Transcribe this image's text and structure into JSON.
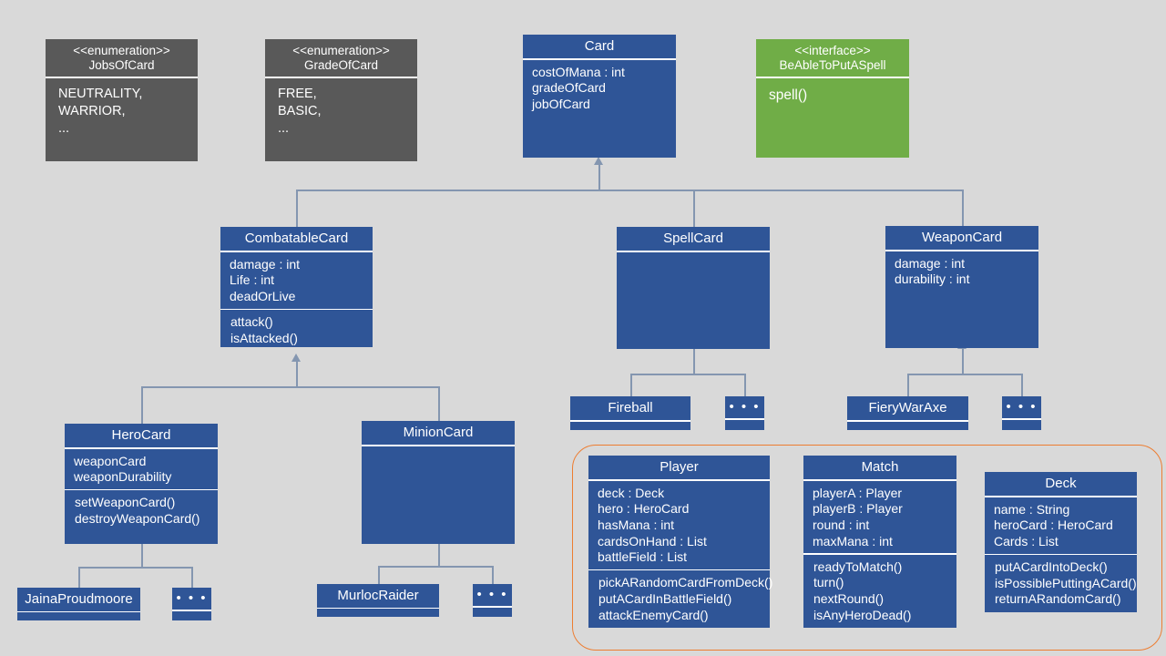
{
  "diagram": {
    "title": "Hearthstone-style Card Game UML Class Diagram",
    "background_color": "#d9d9d9",
    "class_fill_color": "#2f5597",
    "enum_fill_color": "#595959",
    "interface_fill_color": "#70ad47",
    "connector_color": "#8496b0",
    "group_frame_color": "#ed7d31"
  },
  "boxes": {
    "jobs_of_card": {
      "stereotype": "<<enumeration>>",
      "name": "JobsOfCard",
      "header": "<<enumeration>>\nJobsOfCard",
      "values": "NEUTRALITY,\nWARRIOR,\n..."
    },
    "grade_of_card": {
      "stereotype": "<<enumeration>>",
      "name": "GradeOfCard",
      "header": "<<enumeration>>\nGradeOfCard",
      "values": "FREE,\nBASIC,\n..."
    },
    "card": {
      "name": "Card",
      "attributes": "costOfMana : int\ngradeOfCard\njobOfCard"
    },
    "be_able_to_put_a_spell": {
      "stereotype": "<<interface>>",
      "name": "BeAbleToPutASpell",
      "header": "<<interface>>\nBeAbleToPutASpell",
      "operations": "spell()"
    },
    "combatable_card": {
      "name": "CombatableCard",
      "attributes": "damage : int\nLife : int\ndeadOrLive",
      "operations": "attack()\nisAttacked()"
    },
    "spell_card": {
      "name": "SpellCard",
      "attributes": "",
      "operations": ""
    },
    "weapon_card": {
      "name": "WeaponCard",
      "attributes": "damage : int\ndurability : int"
    },
    "fireball": {
      "name": "Fireball"
    },
    "spell_more": {
      "name": "• • •"
    },
    "fiery_war_axe": {
      "name": "FieryWarAxe"
    },
    "weapon_more": {
      "name": "• • •"
    },
    "hero_card": {
      "name": "HeroCard",
      "attributes": "weaponCard\nweaponDurability",
      "operations": "setWeaponCard()\ndestroyWeaponCard()"
    },
    "minion_card": {
      "name": "MinionCard",
      "attributes": ""
    },
    "jaina_proudmoore": {
      "name": "JainaProudmoore"
    },
    "hero_more": {
      "name": "• • •"
    },
    "murloc_raider": {
      "name": "MurlocRaider"
    },
    "minion_more": {
      "name": "• • •"
    },
    "player": {
      "name": "Player",
      "attributes": "deck : Deck\nhero : HeroCard\nhasMana : int\ncardsOnHand : List\nbattleField : List",
      "operations": "pickARandomCardFromDeck()\nputACardInBattleField()\nattackEnemyCard()"
    },
    "match": {
      "name": "Match",
      "attributes": "playerA : Player\nplayerB : Player\nround : int\nmaxMana : int",
      "operations": "readyToMatch()\nturn()\nnextRound()\nisAnyHeroDead()"
    },
    "deck": {
      "name": "Deck",
      "attributes": "name : String\nheroCard : HeroCard\nCards : List",
      "operations": "putACardIntoDeck()\nisPossiblePuttingACard()\nreturnARandomCard()"
    }
  }
}
